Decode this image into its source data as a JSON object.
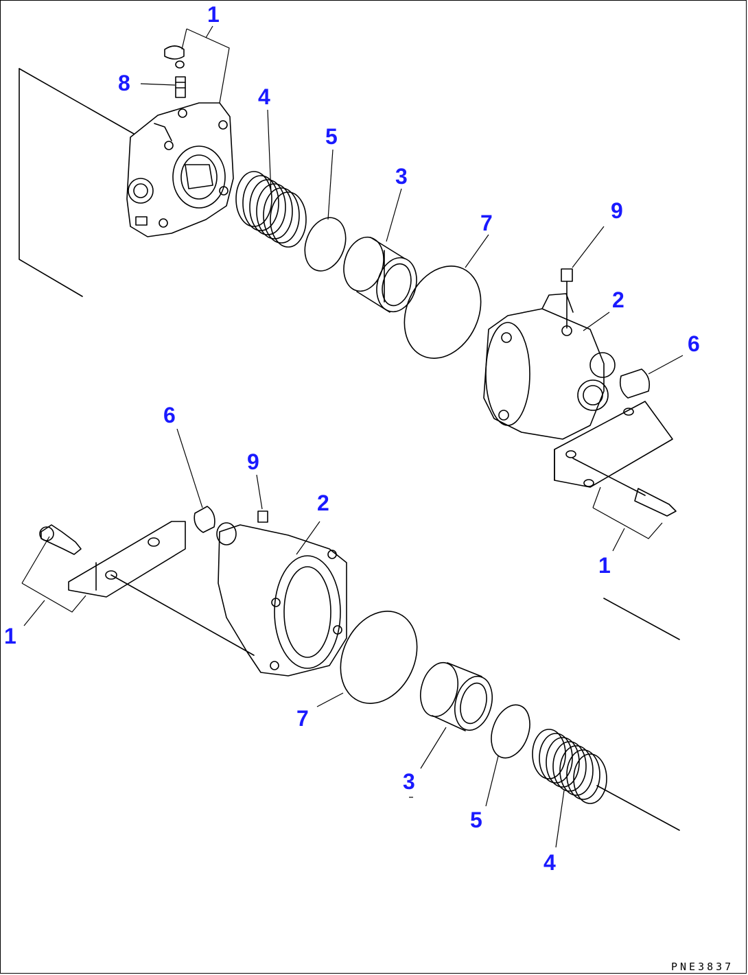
{
  "drawing_code": "PNE3837",
  "callouts": [
    {
      "id": "c1a",
      "text": "1"
    },
    {
      "id": "c8",
      "text": "8"
    },
    {
      "id": "c4a",
      "text": "4"
    },
    {
      "id": "c5a",
      "text": "5"
    },
    {
      "id": "c3a",
      "text": "3"
    },
    {
      "id": "c7a",
      "text": "7"
    },
    {
      "id": "c9a",
      "text": "9"
    },
    {
      "id": "c2a",
      "text": "2"
    },
    {
      "id": "c6a",
      "text": "6"
    },
    {
      "id": "c1b",
      "text": "1"
    },
    {
      "id": "c6b",
      "text": "6"
    },
    {
      "id": "c9b",
      "text": "9"
    },
    {
      "id": "c2b",
      "text": "2"
    },
    {
      "id": "c1c",
      "text": "1"
    },
    {
      "id": "c7b",
      "text": "7"
    },
    {
      "id": "c3b",
      "text": "3"
    },
    {
      "id": "c5b",
      "text": "5"
    },
    {
      "id": "c4b",
      "text": "4"
    }
  ]
}
